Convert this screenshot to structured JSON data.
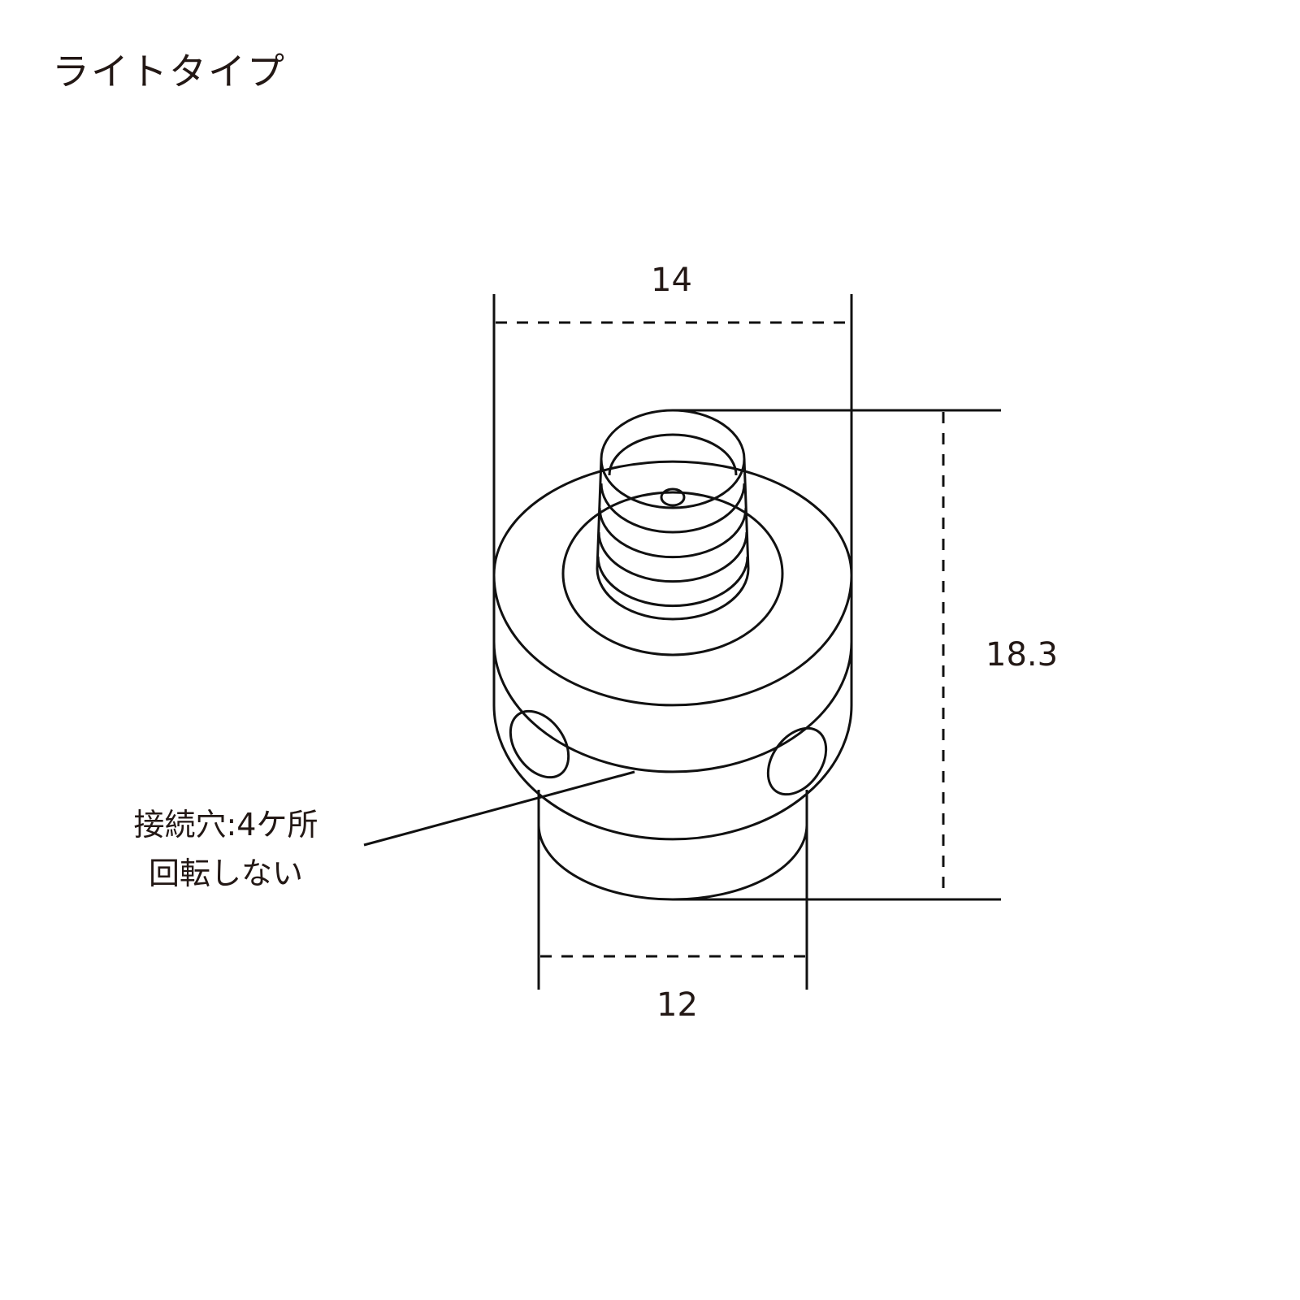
{
  "title": "ライトタイプ",
  "dimensions": {
    "top_width": "14",
    "height": "18.3",
    "bottom_width": "12"
  },
  "callout": {
    "line1": "接続穴:4ケ所",
    "line2": "回転しない"
  },
  "colors": {
    "line": "#111111",
    "text": "#231815",
    "background": "#ffffff"
  }
}
